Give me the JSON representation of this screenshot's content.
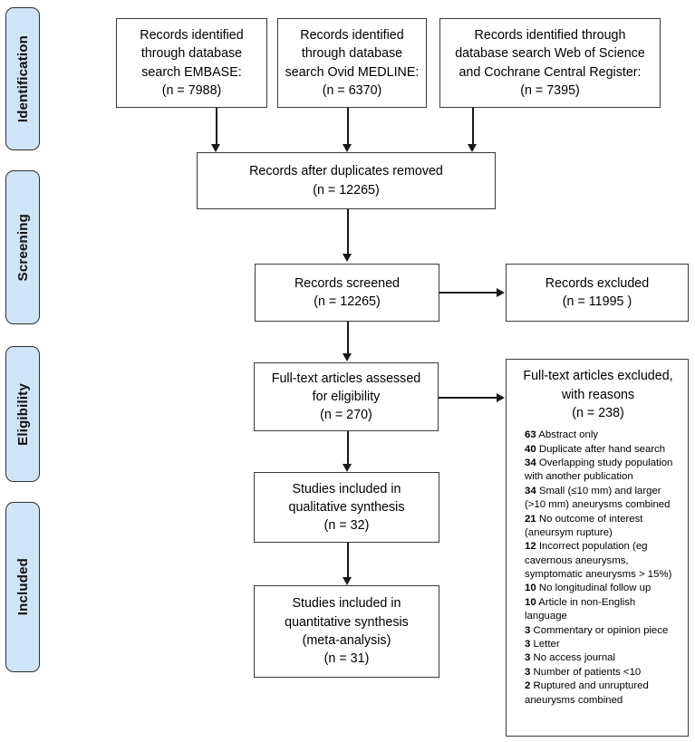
{
  "diagram": {
    "type": "prisma-flow-diagram",
    "accent_color": "#cfe4f7",
    "border_color": "#3a3a3a",
    "line_color": "#1a1a1a"
  },
  "stages": [
    {
      "label": "Identification"
    },
    {
      "label": "Screening"
    },
    {
      "label": "Eligibility"
    },
    {
      "label": "Included"
    }
  ],
  "boxes": {
    "source_embase": "Records identified\nthrough database\nsearch EMBASE:\n(n = 7988)",
    "source_medline": "Records identified\nthrough database\nsearch Ovid MEDLINE:\n(n = 6370)",
    "source_wos_cochrane": "Records identified through\ndatabase search Web of Science\nand Cochrane Central Register:\n(n = 7395)",
    "duplicates_removed": "Records after duplicates removed\n(n =  12265)",
    "records_screened": "Records screened\n(n =  12265)",
    "records_excluded": "Records excluded\n(n =  11995 )",
    "fulltext_assessed": "Full-text articles assessed\nfor eligibility\n(n = 270)",
    "qualitative_synthesis": "Studies included in\nqualitative synthesis\n(n =  32)",
    "quantitative_synthesis": "Studies included in\nquantitative synthesis\n(meta-analysis)\n(n = 31)"
  },
  "exclusions": {
    "heading": "Full-text articles excluded,\nwith reasons\n(n = 238)",
    "reasons": [
      {
        "n": "63",
        "text": "Abstract only"
      },
      {
        "n": "40",
        "text": "Duplicate after hand search"
      },
      {
        "n": "34",
        "text": "Overlapping study population with another publication"
      },
      {
        "n": "34",
        "text": "Small (≤10 mm) and larger (>10 mm) aneurysms combined"
      },
      {
        "n": "21",
        "text": "No outcome of interest (aneursym rupture)"
      },
      {
        "n": "12",
        "text": "Incorrect population (eg cavernous aneurysms, symptomatic aneurysms > 15%)"
      },
      {
        "n": "10",
        "text": "No longitudinal follow up"
      },
      {
        "n": "10",
        "text": "Article in non-English language"
      },
      {
        "n": "3",
        "text": "Commentary or opinion piece"
      },
      {
        "n": "3",
        "text": "Letter"
      },
      {
        "n": "3",
        "text": "No access journal"
      },
      {
        "n": "3",
        "text": "Number of patients <10"
      },
      {
        "n": "2",
        "text": "Ruptured and unruptured aneurysms combined"
      }
    ]
  },
  "chart_data": {
    "type": "table",
    "title": "PRISMA flow diagram of study selection",
    "stages": [
      "Identification",
      "Screening",
      "Eligibility",
      "Included"
    ],
    "counts": {
      "embase": 7988,
      "ovid_medline": 6370,
      "web_of_science_and_cochrane_central": 7395,
      "after_duplicates_removed": 12265,
      "records_screened": 12265,
      "records_excluded": 11995,
      "fulltext_assessed": 270,
      "fulltext_excluded": 238,
      "qualitative_synthesis": 32,
      "quantitative_synthesis": 31
    },
    "exclusion_reason_counts": [
      {
        "reason": "Abstract only",
        "count": 63
      },
      {
        "reason": "Duplicate after hand search",
        "count": 40
      },
      {
        "reason": "Overlapping study population with another publication",
        "count": 34
      },
      {
        "reason": "Small (≤10 mm) and larger (>10 mm) aneurysms combined",
        "count": 34
      },
      {
        "reason": "No outcome of interest (aneursym rupture)",
        "count": 21
      },
      {
        "reason": "Incorrect population (eg cavernous aneurysms, symptomatic aneurysms > 15%)",
        "count": 12
      },
      {
        "reason": "No longitudinal follow up",
        "count": 10
      },
      {
        "reason": "Article in non-English language",
        "count": 10
      },
      {
        "reason": "Commentary or opinion piece",
        "count": 3
      },
      {
        "reason": "Letter",
        "count": 3
      },
      {
        "reason": "No access journal",
        "count": 3
      },
      {
        "reason": "Number of patients <10",
        "count": 3
      },
      {
        "reason": "Ruptured and unruptured aneurysms combined",
        "count": 2
      }
    ]
  }
}
